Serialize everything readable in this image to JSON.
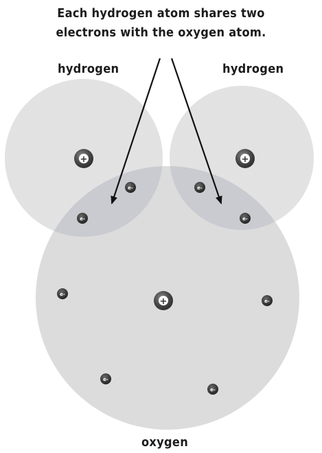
{
  "caption": {
    "line1": "Each hydrogen atom shares two",
    "line2": "electrons with the oxygen atom."
  },
  "labels": {
    "hydrogen_left": "hydrogen",
    "hydrogen_right": "hydrogen",
    "oxygen": "oxygen"
  },
  "symbols": {
    "proton": "+",
    "electron": "e-"
  },
  "colors": {
    "cloud": "#d6d6d6",
    "overlap": "#c3c6cf",
    "particle": "#3a3a3a",
    "text": "#1c1c1c"
  }
}
